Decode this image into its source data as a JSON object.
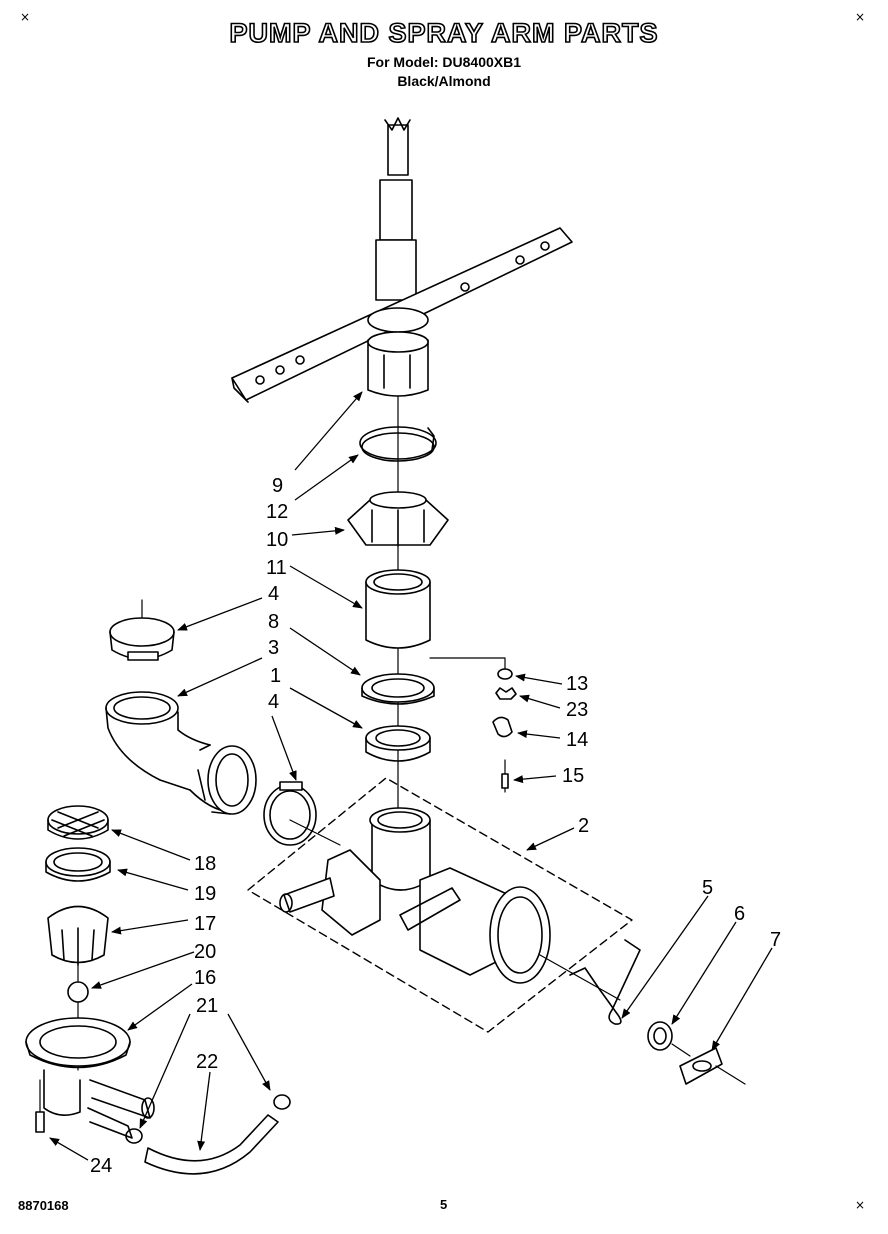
{
  "header": {
    "title": "PUMP AND SPRAY ARM PARTS",
    "model_line": "For Model: DU8400XB1",
    "color_line": "Black/Almond"
  },
  "footer": {
    "code": "8870168",
    "page": "5"
  },
  "marks": {
    "corner": "×"
  },
  "callouts": [
    "9",
    "12",
    "10",
    "11",
    "4",
    "8",
    "3",
    "1",
    "4",
    "13",
    "23",
    "14",
    "15",
    "2",
    "18",
    "19",
    "17",
    "20",
    "16",
    "21",
    "22",
    "5",
    "6",
    "7",
    "24"
  ]
}
